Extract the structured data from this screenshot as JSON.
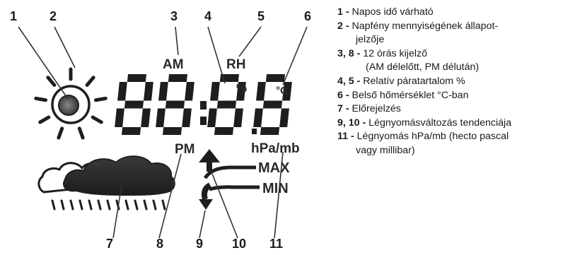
{
  "diagram": {
    "callouts": [
      "1",
      "2",
      "3",
      "4",
      "5",
      "6",
      "7",
      "8",
      "9",
      "10",
      "11"
    ],
    "lcd": {
      "am": "AM",
      "rh": "RH",
      "pm": "PM",
      "percent": "%",
      "celsius": "°C",
      "pressure_unit": "hPa/mb",
      "max": "MAX",
      "min": "MIN"
    }
  },
  "legend": [
    {
      "key": "1 - ",
      "lines": [
        "Napos idő várható"
      ]
    },
    {
      "key": "2 - ",
      "lines": [
        "Napfény mennyiségének állapot-",
        "jelzője"
      ]
    },
    {
      "key": "3, 8 - ",
      "lines": [
        "12 órás kijelző",
        "(AM délelőtt, PM délután)"
      ]
    },
    {
      "key": "4, 5 - ",
      "lines": [
        "Relatív páratartalom %"
      ]
    },
    {
      "key": "6 - ",
      "lines": [
        "Belső hőmérséklet °C-ban"
      ]
    },
    {
      "key": "7 - ",
      "lines": [
        "Előrejelzés"
      ]
    },
    {
      "key": "9, 10 - ",
      "lines": [
        "Légnyomásváltozás tendenciája"
      ]
    },
    {
      "key": "11 - ",
      "lines": [
        "Légnyomás hPa/mb (hecto pascal",
        "vagy millibar)"
      ]
    }
  ],
  "colors": {
    "lcd": "#1e1e1e",
    "leader": "#333333",
    "cloud_fill": "#2b2b2b"
  }
}
